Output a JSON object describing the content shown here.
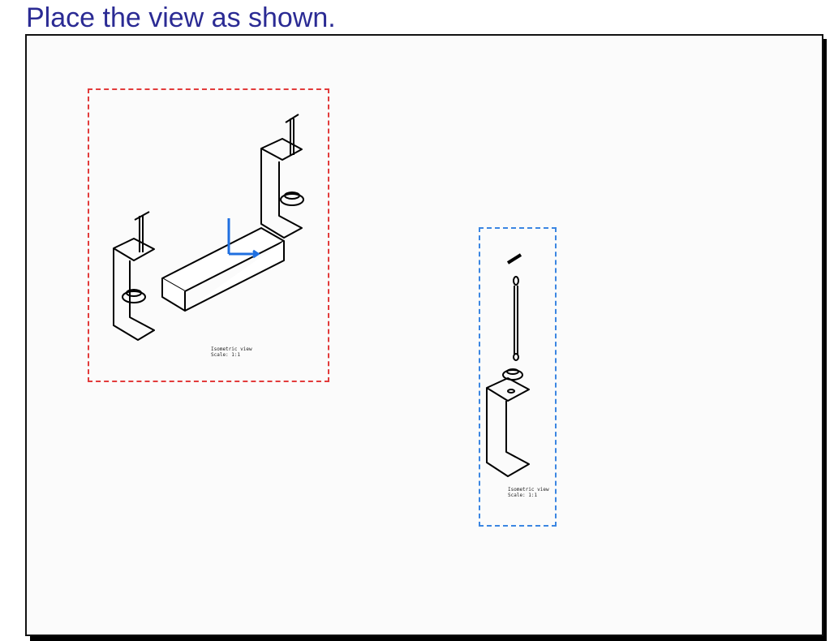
{
  "instruction": "Place the view as shown.",
  "views": [
    {
      "id": "view-1",
      "frame_color": "#e23b3b",
      "caption_line1": "Isometric view",
      "caption_line2": "Scale:  1:1"
    },
    {
      "id": "view-2",
      "frame_color": "#3b86e2",
      "caption_line1": "Isometric view",
      "caption_line2": "Scale:  1:1"
    }
  ],
  "axis_color": "#1f6fe0",
  "icons": [
    "axis-triad-icon"
  ]
}
